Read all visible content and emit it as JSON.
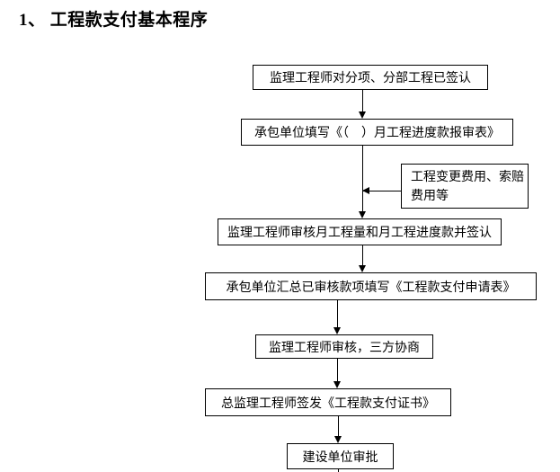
{
  "page": {
    "title": "1、 工程款支付基本程序"
  },
  "flowchart": {
    "nodes": [
      {
        "id": "n1",
        "label": "监理工程师对分项、分部工程已签认"
      },
      {
        "id": "n2",
        "label": "承包单位填写《（　）月工程进度款报审表》"
      },
      {
        "id": "side",
        "label": "工程变更费用、索赔费用等"
      },
      {
        "id": "n3",
        "label": "监理工程师审核月工程量和月工程进度款并签认"
      },
      {
        "id": "n4",
        "label": "承包单位汇总已审核款项填写《工程款支付申请表》"
      },
      {
        "id": "n5",
        "label": "监理工程师审核，三方协商"
      },
      {
        "id": "n6",
        "label": "总监理工程师签发《工程款支付证书》"
      },
      {
        "id": "n7",
        "label": "建设单位审批"
      }
    ],
    "colors": {
      "line": "#000000",
      "background": "#ffffff",
      "text": "#000000"
    }
  }
}
